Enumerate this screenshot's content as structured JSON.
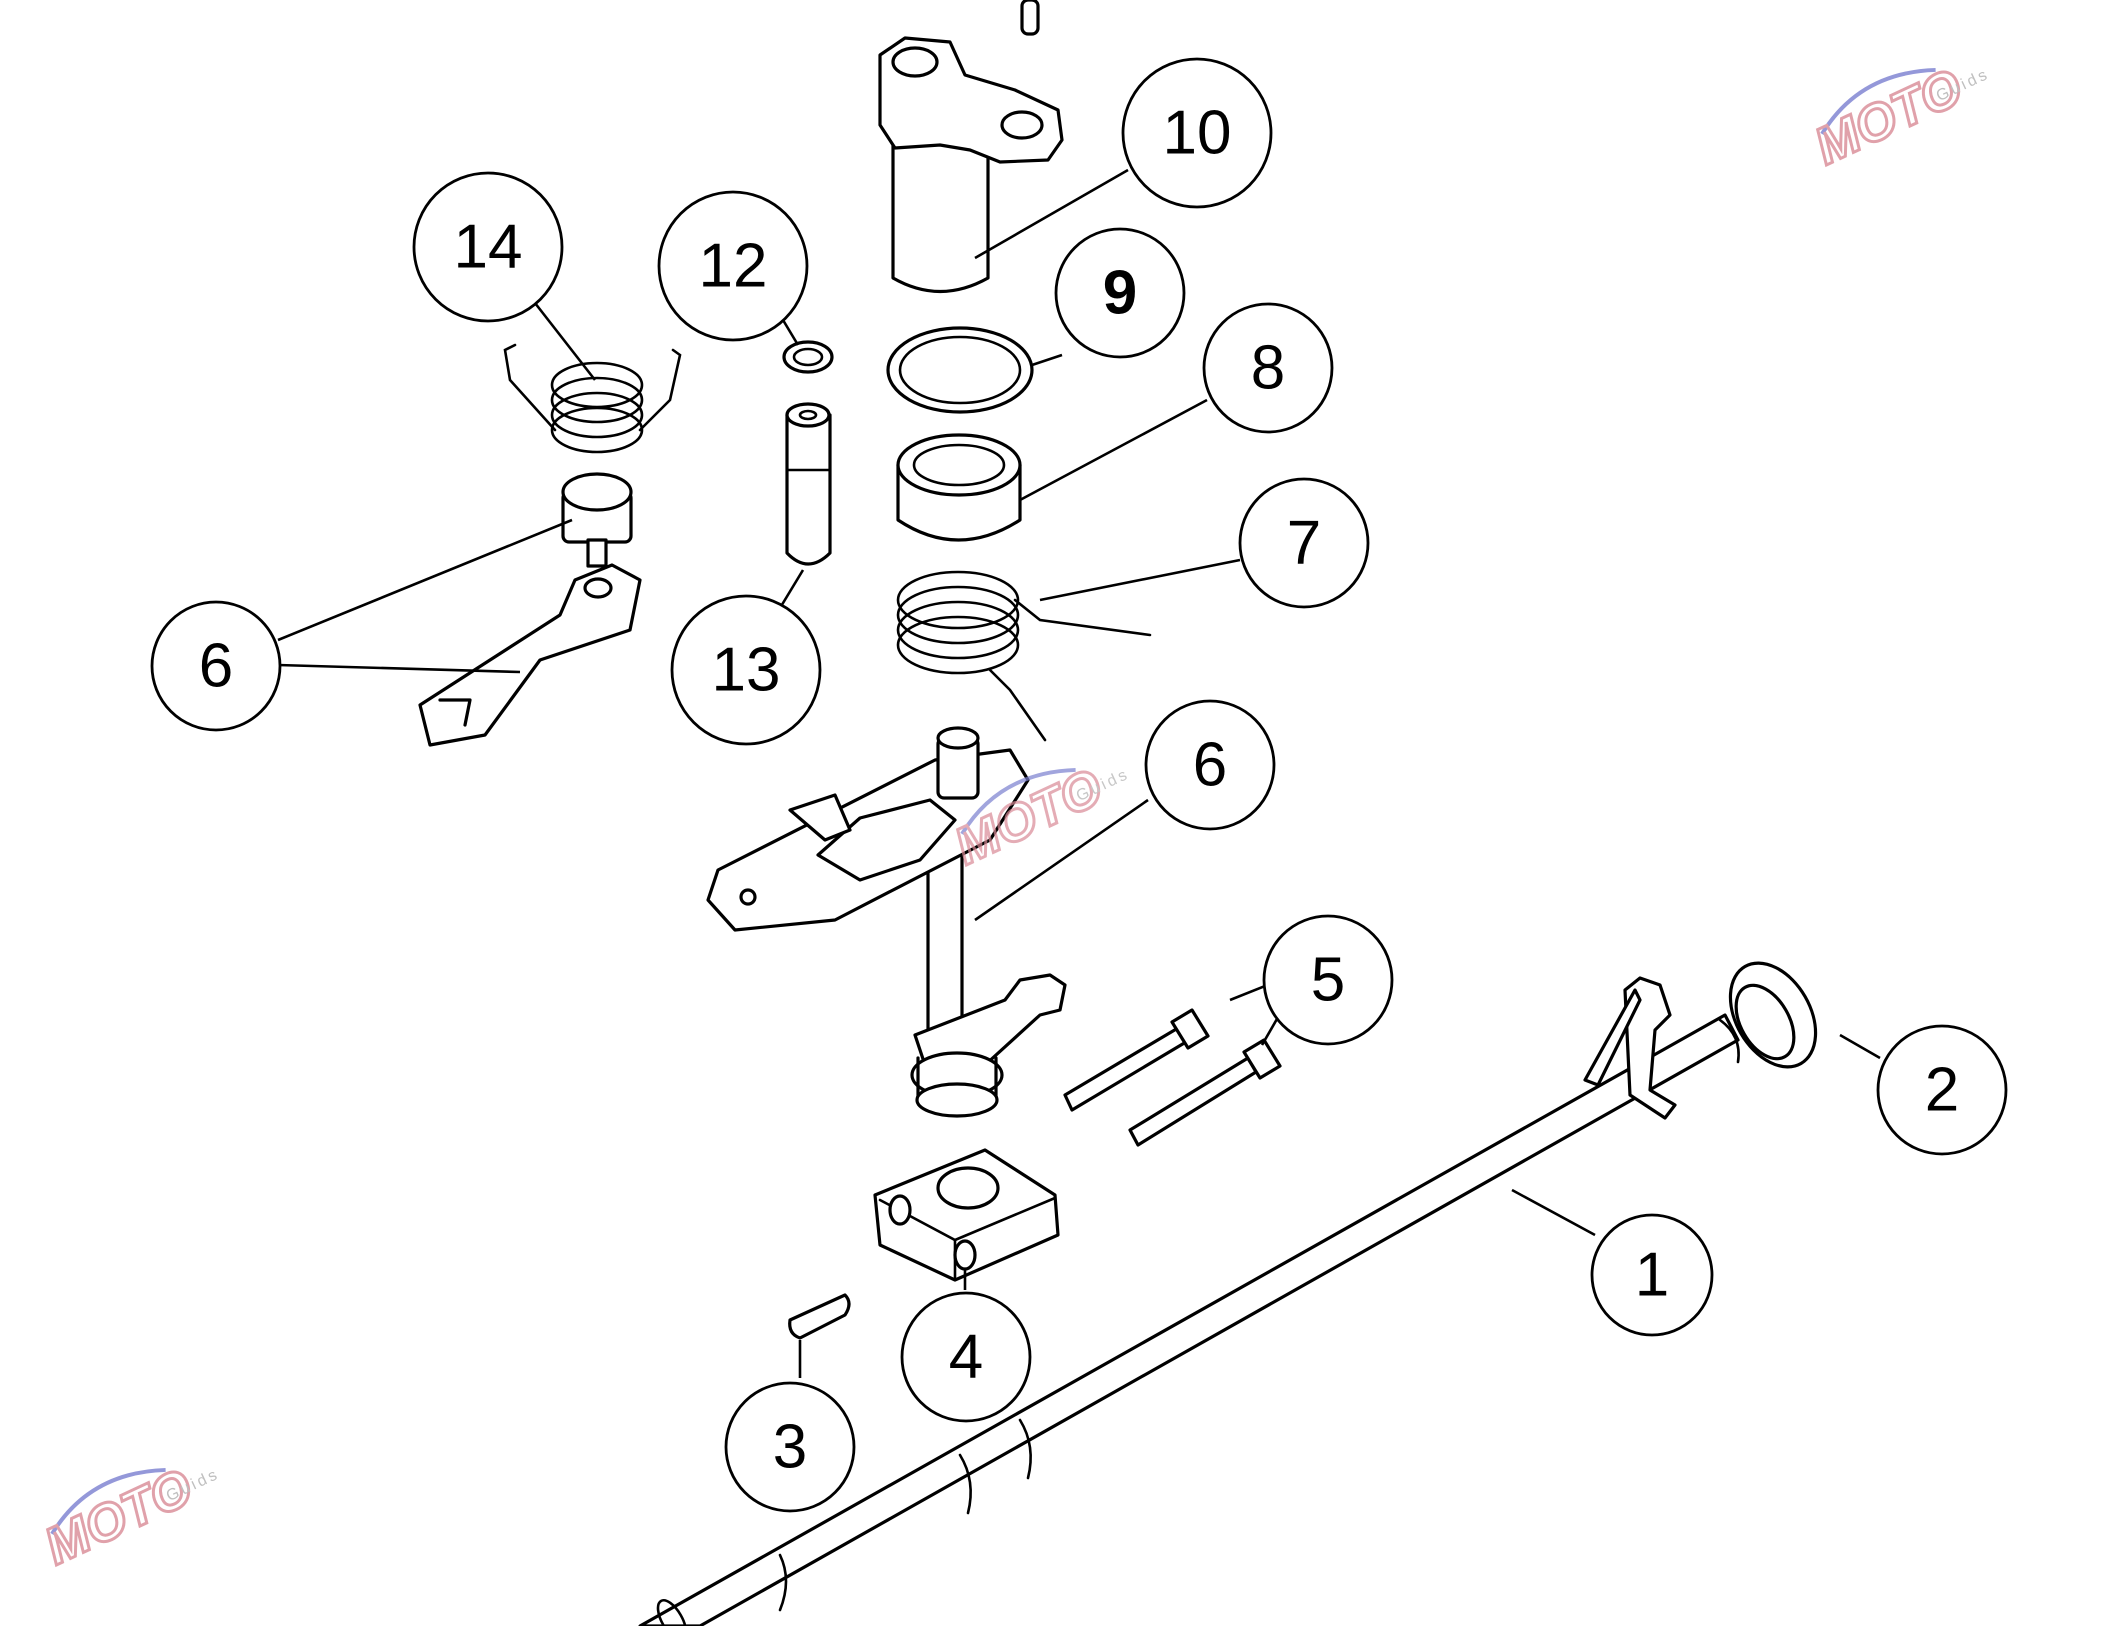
{
  "diagram": {
    "callouts": [
      {
        "label": "1",
        "bold": false
      },
      {
        "label": "2",
        "bold": false
      },
      {
        "label": "3",
        "bold": false
      },
      {
        "label": "4",
        "bold": false
      },
      {
        "label": "5",
        "bold": false
      },
      {
        "label": "6",
        "bold": false
      },
      {
        "label": "6",
        "bold": false
      },
      {
        "label": "7",
        "bold": false
      },
      {
        "label": "8",
        "bold": false
      },
      {
        "label": "9",
        "bold": true
      },
      {
        "label": "10",
        "bold": false
      },
      {
        "label": "12",
        "bold": false
      },
      {
        "label": "13",
        "bold": false
      },
      {
        "label": "14",
        "bold": false
      }
    ]
  },
  "watermark": {
    "logo_text": "MOTO",
    "sub_text": "Guids",
    "color": "#d98a96",
    "accent_color": "#7a7fd0"
  }
}
